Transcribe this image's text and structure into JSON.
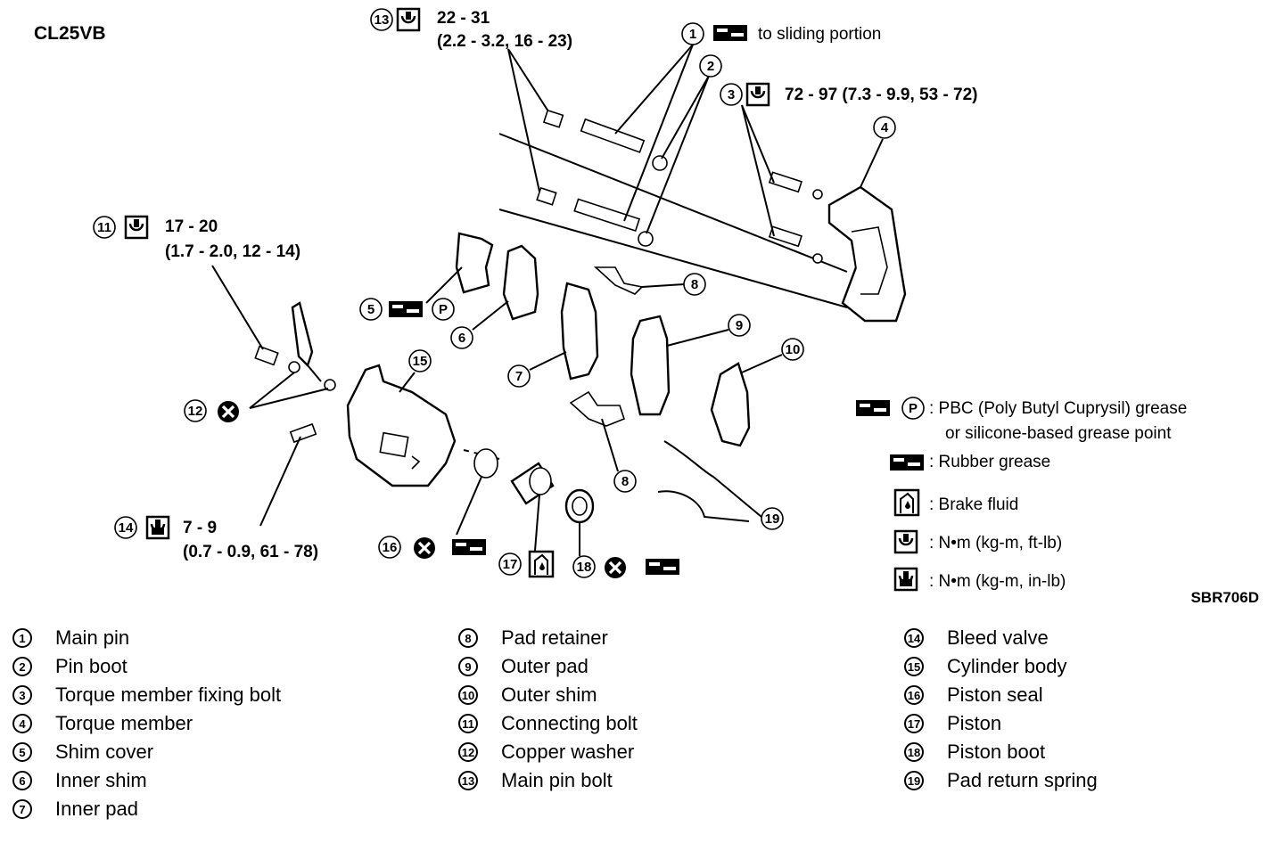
{
  "model_code": "CL25VB",
  "figure_code": "SBR706D",
  "torque_specs": {
    "main_pin_bolt": {
      "line1": "22 - 31",
      "line2": "(2.2 - 3.2, 16 - 23)"
    },
    "torque_member_bolt": "72 - 97 (7.3 - 9.9, 53 - 72)",
    "connecting_bolt": {
      "line1": "17 - 20",
      "line2": "(1.7 - 2.0, 12 - 14)"
    },
    "bleed_valve": {
      "line1": "7 - 9",
      "line2": "(0.7 - 0.9, 61 - 78)"
    }
  },
  "callouts": {
    "main_pin_note": "to sliding portion"
  },
  "key": [
    {
      "symbol": "PBC grease",
      "line1": ": PBC (Poly Butyl Cuprysil) grease",
      "line2": "or silicone-based grease point"
    },
    {
      "symbol": "rubber grease",
      "text": ": Rubber grease"
    },
    {
      "symbol": "brake fluid",
      "text": ": Brake fluid"
    },
    {
      "symbol": "torque N-m ft-lb",
      "text": ": N•m (kg-m, ft-lb)"
    },
    {
      "symbol": "torque N-m in-lb",
      "text": ": N•m (kg-m, in-lb)"
    }
  ],
  "parts": [
    {
      "n": "1",
      "name": "Main pin"
    },
    {
      "n": "2",
      "name": "Pin boot"
    },
    {
      "n": "3",
      "name": "Torque member fixing bolt"
    },
    {
      "n": "4",
      "name": "Torque member"
    },
    {
      "n": "5",
      "name": "Shim cover"
    },
    {
      "n": "6",
      "name": "Inner shim"
    },
    {
      "n": "7",
      "name": "Inner pad"
    },
    {
      "n": "8",
      "name": "Pad retainer"
    },
    {
      "n": "9",
      "name": "Outer pad"
    },
    {
      "n": "10",
      "name": "Outer shim"
    },
    {
      "n": "11",
      "name": "Connecting bolt"
    },
    {
      "n": "12",
      "name": "Copper washer"
    },
    {
      "n": "13",
      "name": "Main pin bolt"
    },
    {
      "n": "14",
      "name": "Bleed valve"
    },
    {
      "n": "15",
      "name": "Cylinder body"
    },
    {
      "n": "16",
      "name": "Piston seal"
    },
    {
      "n": "17",
      "name": "Piston"
    },
    {
      "n": "18",
      "name": "Piston boot"
    },
    {
      "n": "19",
      "name": "Pad return spring"
    }
  ]
}
